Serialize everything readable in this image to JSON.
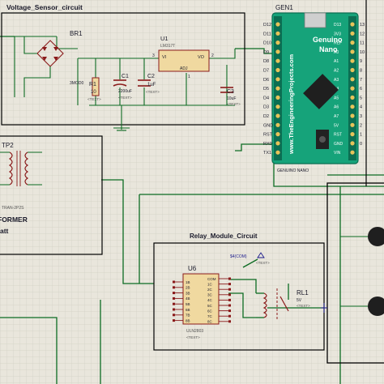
{
  "colors": {
    "background": "#e9e6dc",
    "grid": "#d4d1c6",
    "wire": "#0c6b22",
    "component": "#8a1a1a",
    "component_fill": "#f0d9a0",
    "frame": "#000000",
    "label": "#1a1a8a",
    "board": "#16a37a",
    "board_dark": "#0b6e52"
  },
  "voltage_sensor": {
    "title": "Voltage_Sensor_circuit",
    "bridge_ref": "BR1",
    "reg_ref": "U1",
    "reg_part": "LM317T",
    "reg_vi": "VI",
    "reg_vo": "VO",
    "reg_adj": "ADJ",
    "pin1": "1",
    "pin2": "2",
    "pin3": "3",
    "r1_ref": "R1",
    "r1_val": "10",
    "r_label": "3MOD0",
    "c1_ref": "C1",
    "c1_val": "2200uF",
    "c2_ref": "C2",
    "c2_val": "1uF",
    "c3_ref": "C3",
    "c3_val": "10uF",
    "text_tag": "<TEXT>"
  },
  "transformer": {
    "ref": "TP2",
    "part": "TRAN-2P2S",
    "name_fragment": "FORMER",
    "rating_fragment": "att"
  },
  "arduino": {
    "ref": "GEN1",
    "title": "Genuino",
    "subtitle": "Nano",
    "website": "www.TheEngineeringProjects.com",
    "part_label": "GENUINO NANO",
    "left_pins": [
      "D12",
      "D11",
      "D10",
      "D9",
      "D8",
      "D7",
      "D6",
      "D5",
      "D4",
      "D3",
      "D2",
      "GND",
      "RST",
      "RX0",
      "TX1"
    ],
    "right_pins": [
      "D13",
      "3V3",
      "REF",
      "A0",
      "A1",
      "A2",
      "A3",
      "A4",
      "A5",
      "A6",
      "A7",
      "5V",
      "RST",
      "GND",
      "VIN"
    ],
    "right_numbers": [
      "13",
      "12",
      "11",
      "10",
      "9",
      "8",
      "7",
      "6",
      "5",
      "4",
      "3",
      "2",
      "1",
      "0"
    ]
  },
  "relay": {
    "title": "Relay_Module_Circuit",
    "ic_ref": "U6",
    "ic_part": "ULN2803",
    "ic_left_pins": [
      "1B",
      "2B",
      "3B",
      "4B",
      "5B",
      "6B",
      "7B",
      "8B"
    ],
    "ic_right_pins": [
      "COM",
      "1C",
      "2C",
      "3C",
      "4C",
      "5C",
      "6C",
      "7C",
      "8C"
    ],
    "rl_ref": "RL1",
    "rl_val": "5V",
    "power_label": "$4(COM)"
  }
}
